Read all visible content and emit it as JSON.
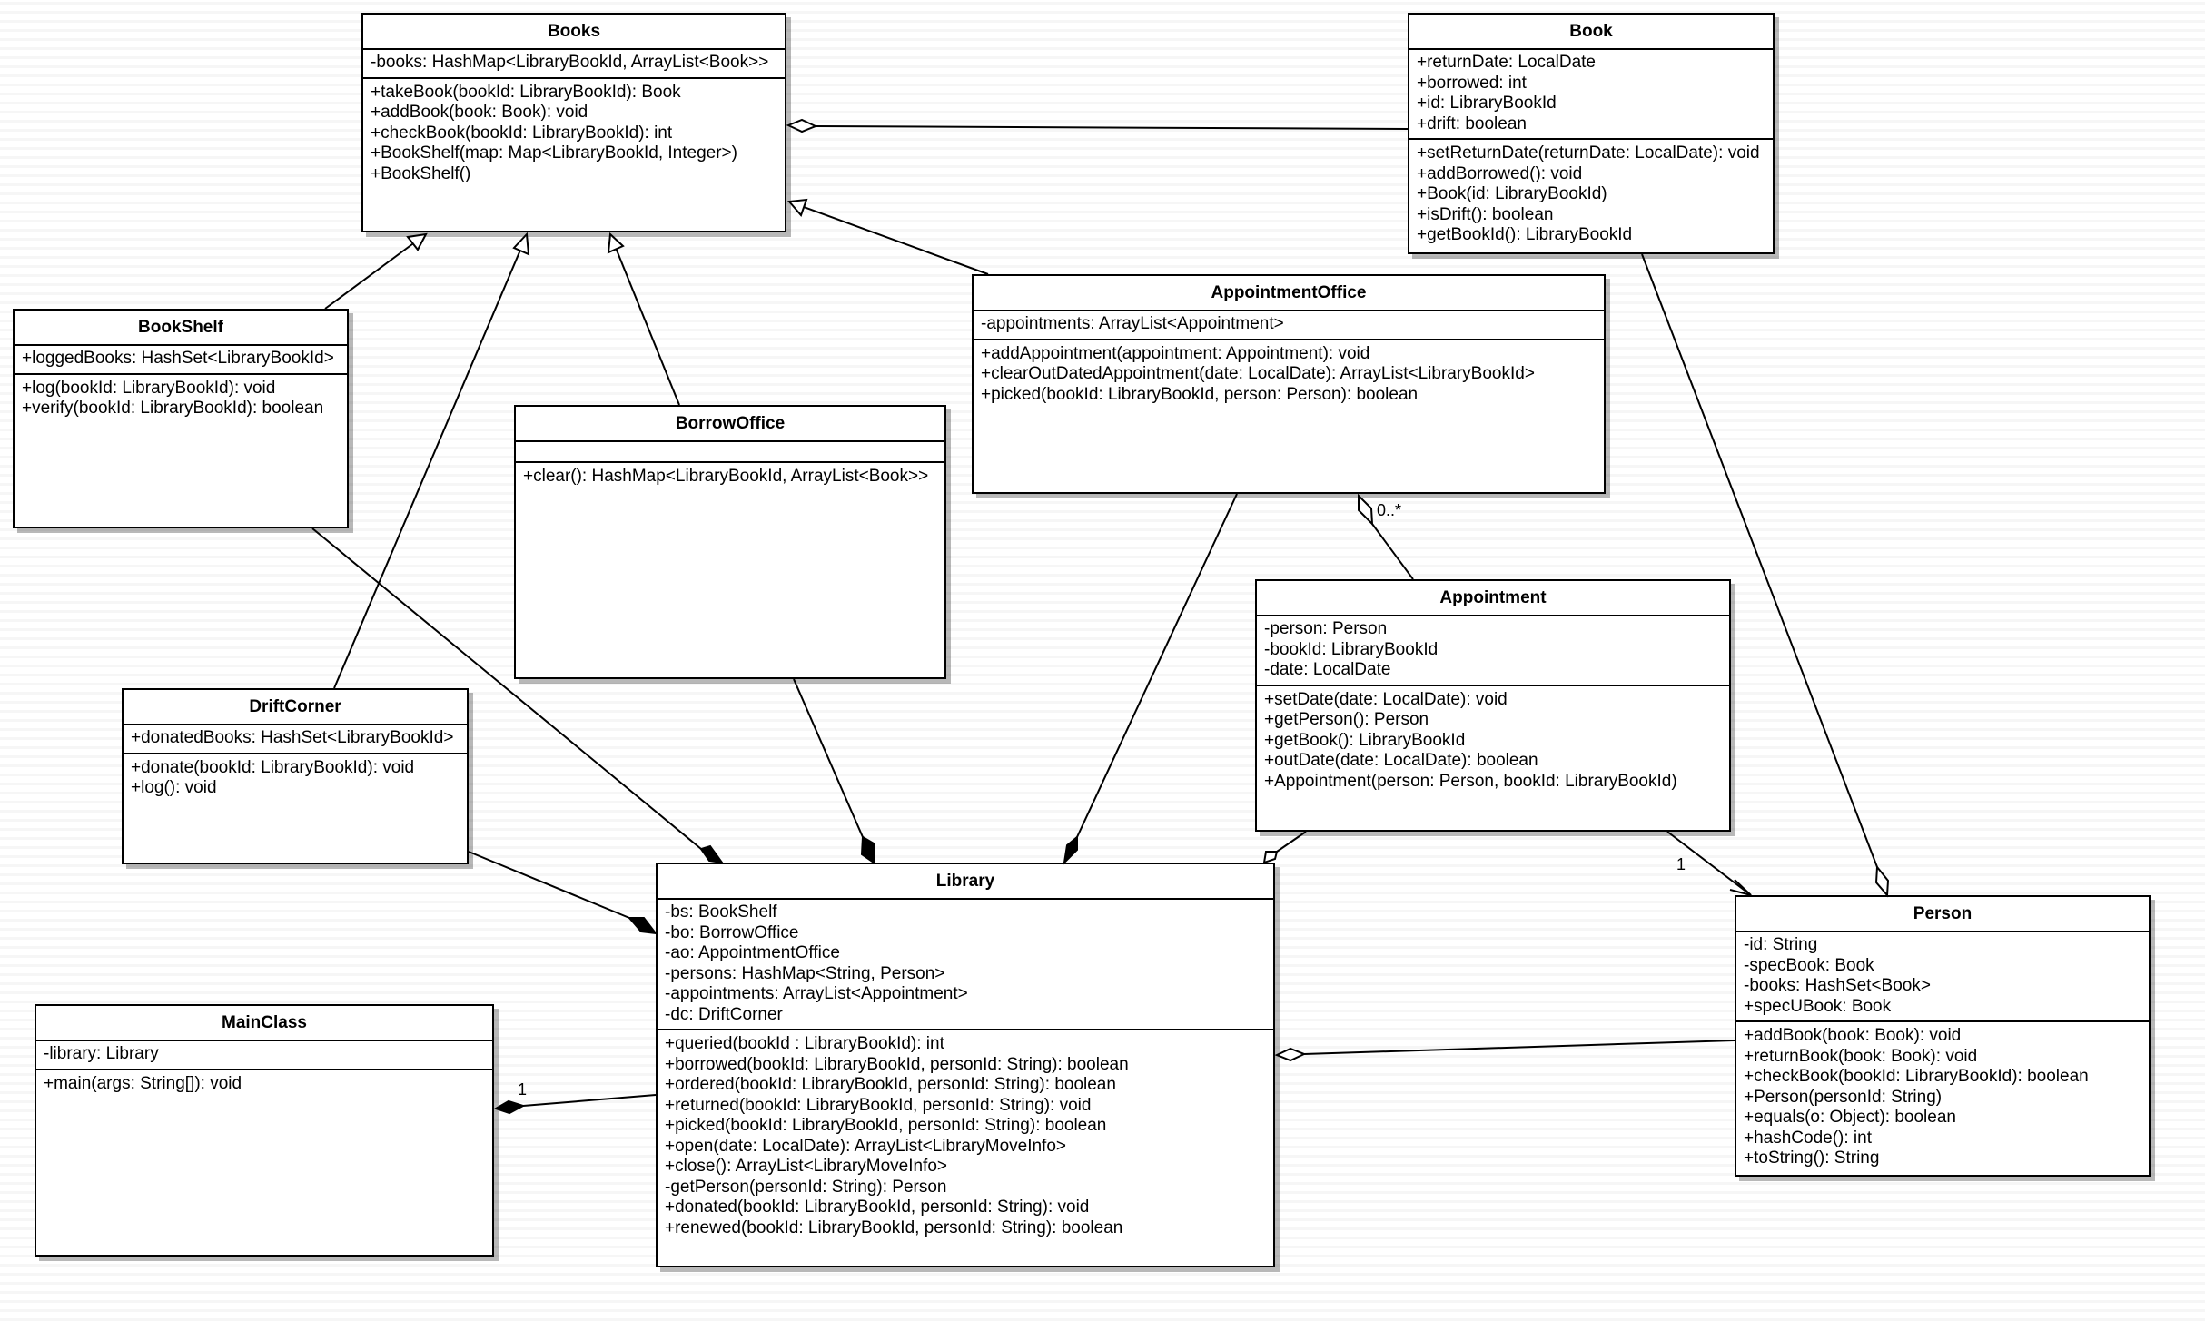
{
  "classes": {
    "books": {
      "name": "Books",
      "attributes": [
        "-books: HashMap<LibraryBookId, ArrayList<Book>>"
      ],
      "operations": [
        "+takeBook(bookId: LibraryBookId): Book",
        "+addBook(book: Book): void",
        "+checkBook(bookId: LibraryBookId): int",
        "+BookShelf(map: Map<LibraryBookId, Integer>)",
        "+BookShelf()"
      ]
    },
    "book": {
      "name": "Book",
      "attributes": [
        "+returnDate: LocalDate",
        "+borrowed: int",
        "+id: LibraryBookId",
        "+drift: boolean"
      ],
      "operations": [
        "+setReturnDate(returnDate: LocalDate): void",
        "+addBorrowed(): void",
        "+Book(id: LibraryBookId)",
        "+isDrift(): boolean",
        "+getBookId(): LibraryBookId"
      ]
    },
    "bookshelf": {
      "name": "BookShelf",
      "attributes": [
        "+loggedBooks: HashSet<LibraryBookId>"
      ],
      "operations": [
        "+log(bookId: LibraryBookId): void",
        "+verify(bookId: LibraryBookId): boolean"
      ]
    },
    "appointmentoffice": {
      "name": "AppointmentOffice",
      "attributes": [
        "-appointments: ArrayList<Appointment>"
      ],
      "operations": [
        "+addAppointment(appointment: Appointment): void",
        "+clearOutDatedAppointment(date: LocalDate): ArrayList<LibraryBookId>",
        "+picked(bookId: LibraryBookId, person: Person): boolean"
      ]
    },
    "borrowoffice": {
      "name": "BorrowOffice",
      "attributes": [],
      "operations": [
        "+clear(): HashMap<LibraryBookId, ArrayList<Book>>"
      ]
    },
    "appointment": {
      "name": "Appointment",
      "attributes": [
        "-person: Person",
        "-bookId: LibraryBookId",
        "-date: LocalDate"
      ],
      "operations": [
        "+setDate(date: LocalDate): void",
        "+getPerson(): Person",
        "+getBook(): LibraryBookId",
        "+outDate(date: LocalDate): boolean",
        "+Appointment(person: Person, bookId: LibraryBookId)"
      ]
    },
    "driftcorner": {
      "name": "DriftCorner",
      "attributes": [
        "+donatedBooks: HashSet<LibraryBookId>"
      ],
      "operations": [
        "+donate(bookId: LibraryBookId): void",
        "+log(): void"
      ]
    },
    "library": {
      "name": "Library",
      "attributes": [
        "-bs: BookShelf",
        "-bo: BorrowOffice",
        "-ao: AppointmentOffice",
        "-persons: HashMap<String, Person>",
        "-appointments: ArrayList<Appointment>",
        "-dc: DriftCorner"
      ],
      "operations": [
        "+queried(bookId : LibraryBookId): int",
        "+borrowed(bookId: LibraryBookId, personId: String): boolean",
        "+ordered(bookId: LibraryBookId, personId: String): boolean",
        "+returned(bookId: LibraryBookId, personId: String): void",
        "+picked(bookId: LibraryBookId, personId: String): boolean",
        "+open(date: LocalDate): ArrayList<LibraryMoveInfo>",
        "+close(): ArrayList<LibraryMoveInfo>",
        "-getPerson(personId: String): Person",
        "+donated(bookId: LibraryBookId, personId: String): void",
        "+renewed(bookId: LibraryBookId, personId: String): boolean"
      ]
    },
    "mainclass": {
      "name": "MainClass",
      "attributes": [
        "-library: Library"
      ],
      "operations": [
        "+main(args: String[]): void"
      ]
    },
    "person": {
      "name": "Person",
      "attributes": [
        "-id: String",
        "-specBook: Book",
        "-books: HashSet<Book>",
        "+specUBook: Book"
      ],
      "operations": [
        "+addBook(book: Book): void",
        "+returnBook(book: Book): void",
        "+checkBook(bookId: LibraryBookId): boolean",
        "+Person(personId: String)",
        "+equals(o: Object): boolean",
        "+hashCode(): int",
        "+toString(): String"
      ]
    }
  },
  "multiplicities": {
    "appointments": "0..*",
    "appointment_person": "1",
    "library_main": "1"
  }
}
